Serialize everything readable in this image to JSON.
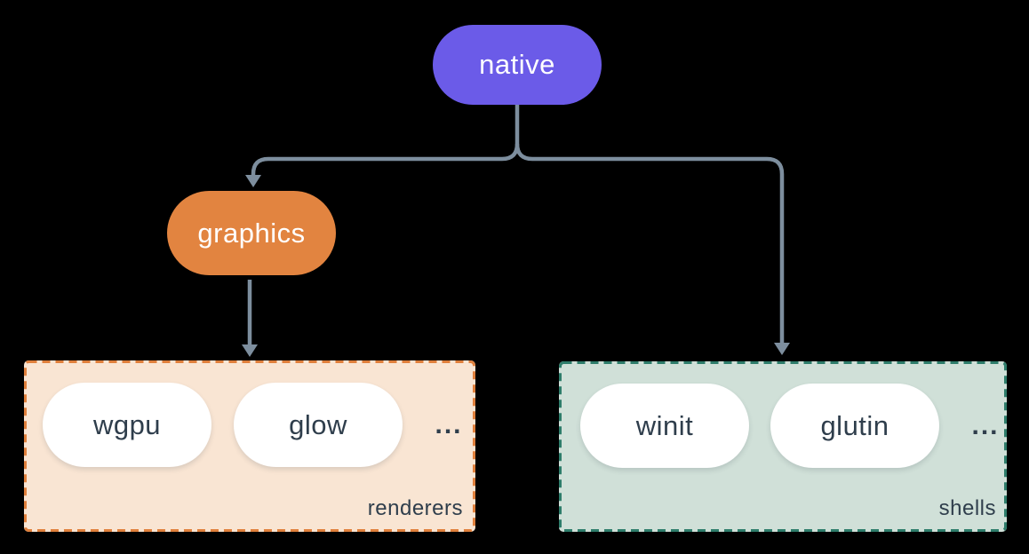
{
  "nodes": {
    "native": {
      "label": "native"
    },
    "graphics": {
      "label": "graphics"
    }
  },
  "groups": {
    "renderers": {
      "label": "renderers",
      "pills": [
        "wgpu",
        "glow"
      ],
      "more": "..."
    },
    "shells": {
      "label": "shells",
      "pills": [
        "winit",
        "glutin"
      ],
      "more": "..."
    }
  },
  "colors": {
    "background": "#000000",
    "connector": "#7d8e9e",
    "native_fill": "#6b5be8",
    "graphics_fill": "#e28440",
    "node_text": "#ffffff",
    "pill_fill": "#ffffff",
    "pill_text": "#2f3e4c",
    "renderers_fill": "#f9e5d3",
    "renderers_border": "#e0803c",
    "shells_fill": "#d0e0d8",
    "shells_border": "#2e7d6b",
    "label_text": "#2f3e4c"
  }
}
